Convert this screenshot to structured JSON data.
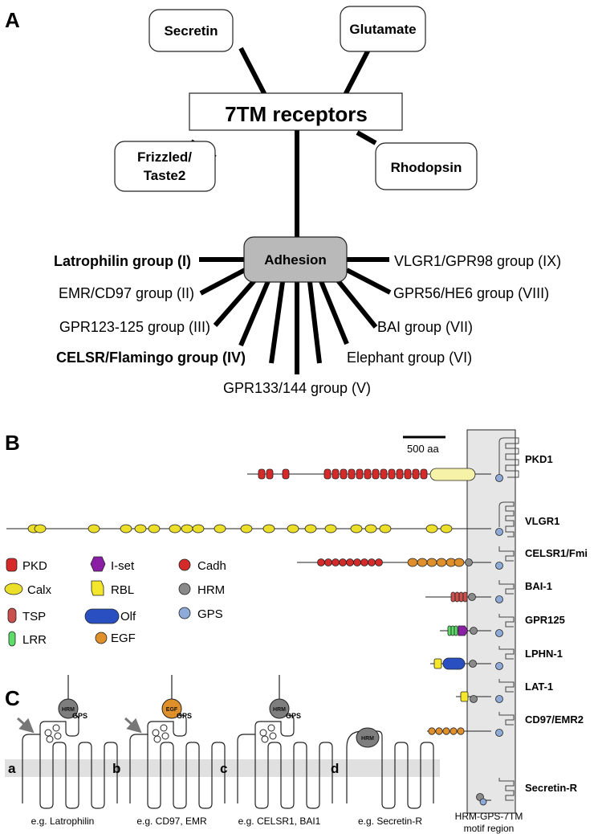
{
  "panel_a": {
    "letter": "A",
    "center": "7TM receptors",
    "families": {
      "secretin": "Secretin",
      "glutamate": "Glutamate",
      "frizzled_1": "Frizzled/",
      "frizzled_2": "Taste2",
      "rhodopsin": "Rhodopsin",
      "adhesion": "Adhesion"
    },
    "groups": {
      "g1": "Latrophilin group (I)",
      "g2": "EMR/CD97 group (II)",
      "g3": "GPR123-125 group (III)",
      "g4": "CELSR/Flamingo group (IV)",
      "g5": "GPR133/144 group (V)",
      "g6": "Elephant group (VI)",
      "g7": "BAI group (VII)",
      "g8": "GPR56/HE6 group (VIII)",
      "g9": "VLGR1/GPR98 group (IX)"
    }
  },
  "panel_b": {
    "letter": "B",
    "scale_bar": "500 aa",
    "motif_region_1": "HRM-GPS-7TM",
    "motif_region_2": "motif region",
    "receptors": {
      "pkd1": "PKD1",
      "vlgr1": "VLGR1",
      "celsr1": "CELSR1/Fmi",
      "bai1": "BAI-1",
      "gpr125": "GPR125",
      "lphn1": "LPHN-1",
      "lat1": "LAT-1",
      "cd97": "CD97/EMR2",
      "secretin": "Secretin-R"
    },
    "legend": {
      "pkd": "PKD",
      "calx": "Calx",
      "tsp": "TSP",
      "lrr": "LRR",
      "iset": "I-set",
      "rbl": "RBL",
      "olf": "Olf",
      "egf": "EGF",
      "cadh": "Cadh",
      "hrm": "HRM",
      "gps": "GPS"
    },
    "colors": {
      "pkd": "#d62a2a",
      "calx": "#ecdf2a",
      "tsp": "#c9504c",
      "lrr": "#5ddc6a",
      "iset": "#8a1fa6",
      "rbl": "#f4e62a",
      "olf": "#2a4fc0",
      "egf": "#e0902a",
      "cadh": "#d42a2a",
      "hrm": "#8a8a8a",
      "gps": "#8eaad8",
      "pkd1_olf": "#f6f2a8",
      "region": "#e6e6e6"
    }
  },
  "panel_c": {
    "letter": "C",
    "hrm": "HRM",
    "egf": "EGF",
    "gps": "GPS",
    "a": "a",
    "b": "b",
    "c": "c",
    "d": "d",
    "ex_a": "e.g. Latrophilin",
    "ex_b": "e.g. CD97, EMR",
    "ex_c": "e.g. CELSR1, BAI1",
    "ex_d": "e.g. Secretin-R"
  }
}
